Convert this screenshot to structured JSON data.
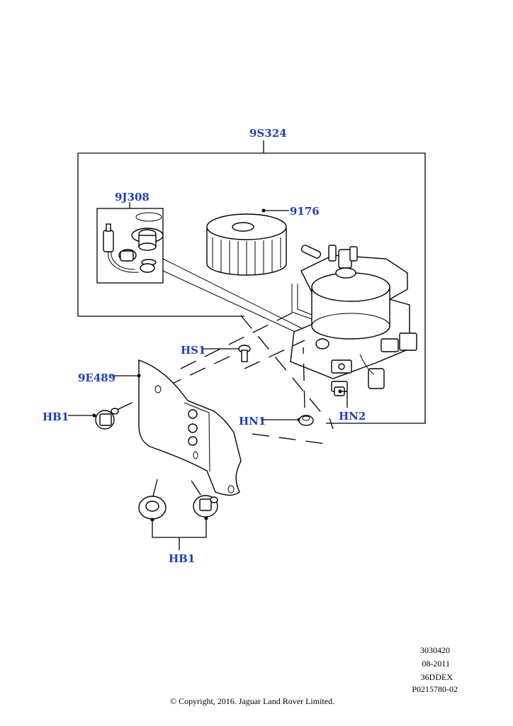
{
  "callouts": {
    "assembly": "9S324",
    "sensor": "9J308",
    "filter": "9176",
    "shield": "9E489",
    "screw": "HS1",
    "nut_lower": "HN1",
    "nut_clip": "HN2",
    "bolt_left": "HB1",
    "bolts_bottom": "HB1"
  },
  "footer": {
    "ref": "3030420",
    "date": "08-2011",
    "model": "36DDEX",
    "part_code": "P0215780-02",
    "copyright": "© Copyright, 2016. Jaguar Land Rover Limited."
  },
  "colors": {
    "callout": "#1a3fc4",
    "line": "#000000",
    "background": "#ffffff"
  }
}
